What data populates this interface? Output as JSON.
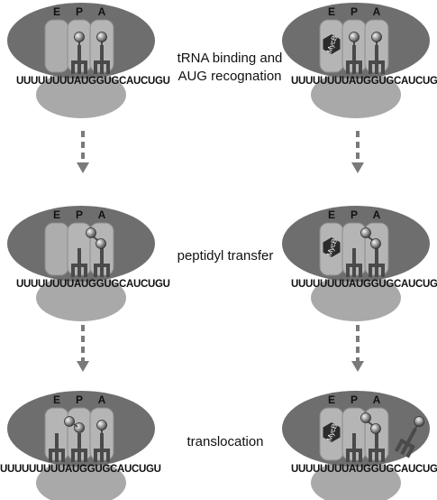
{
  "steps": [
    {
      "label_line1": "tRNA binding and",
      "label_line2": "AUG recognation"
    },
    {
      "label_line1": "peptidyl transfer"
    },
    {
      "label_line1": "translocation"
    }
  ],
  "site_labels": {
    "e": "E",
    "p": "P",
    "a": "A"
  },
  "inhibitor_label": "MycB",
  "mrna": {
    "short": "UUUUUUUUAUGGUGCAUCUGU",
    "long": "UUUUUUUUUAUGGUGCAUCUGU"
  },
  "colors": {
    "large_subunit": "#6e6e6e",
    "small_subunit": "#a9a9a9",
    "site": "#b5b5b5",
    "trna": "#4a4a4a",
    "arrow": "#7a7a7a",
    "inhibitor": "#2b2b2b"
  }
}
